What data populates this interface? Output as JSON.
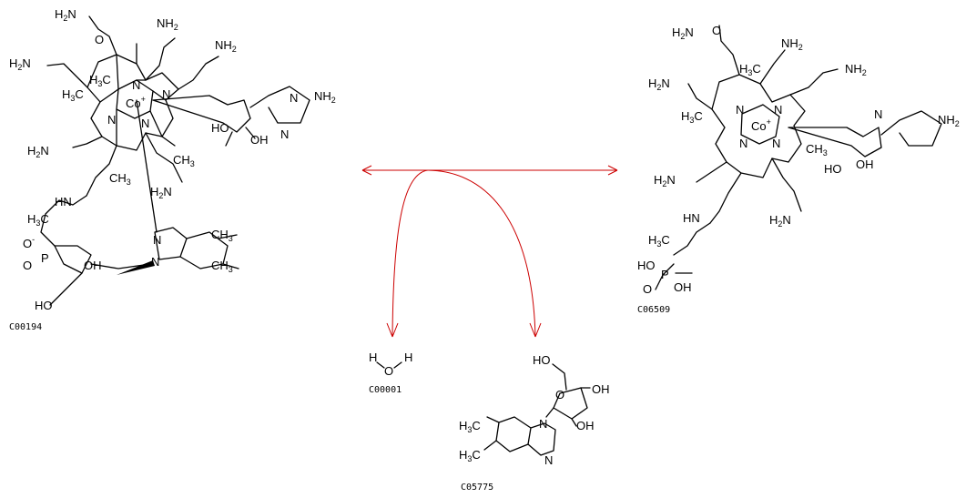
{
  "compounds": [
    {
      "id": "C00194",
      "role": "substrate"
    },
    {
      "id": "C06509",
      "role": "product"
    },
    {
      "id": "C00001",
      "role": "side-product"
    },
    {
      "id": "C05775",
      "role": "side-product"
    }
  ],
  "atoms": {
    "nh2": "NH",
    "h2n": "H",
    "o": "O",
    "n": "N",
    "nh": "NH",
    "hn": "HN",
    "h": "H",
    "oh": "OH",
    "ho": "HO",
    "h3c": "H",
    "ch3": "CH",
    "co": "Co",
    "p": "P",
    "three": "3",
    "two": "2",
    "plus": "+",
    "minus": "-"
  },
  "colors": {
    "arrow": "#cc0000",
    "structure": "#000000"
  }
}
